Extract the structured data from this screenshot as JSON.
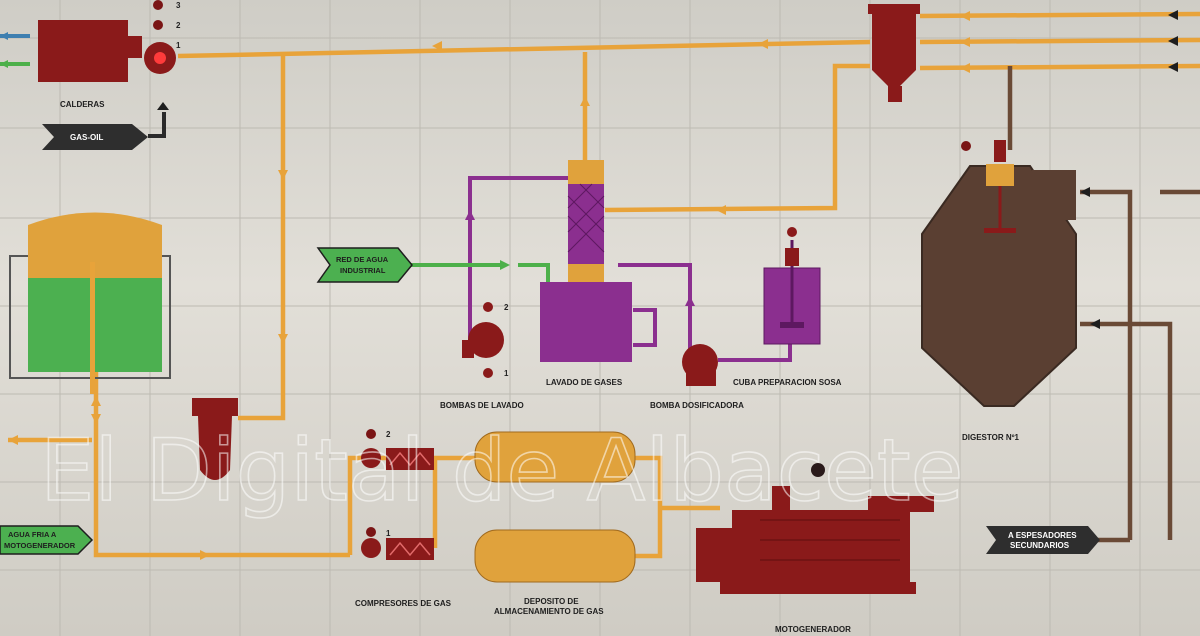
{
  "labels": {
    "calderas": "CALDERAS",
    "gas_oil": "GAS-OIL",
    "red_agua_1": "RED DE AGUA",
    "red_agua_2": "INDUSTRIAL",
    "lavado_gases": "LAVADO DE GASES",
    "cuba_sosa": "CUBA PREPARACION SOSA",
    "bombas_lavado": "BOMBAS DE LAVADO",
    "bomba_dosificadora": "BOMBA DOSIFICADORA",
    "digestor": "DIGESTOR Nº1",
    "agua_fria_1": "AGUA FRIA A",
    "agua_fria_2": "MOTOGENERADOR",
    "espesadores_1": "A ESPESADORES",
    "espesadores_2": "SECUNDARIOS",
    "compresores": "COMPRESORES DE GAS",
    "deposito_1": "DEPOSITO DE",
    "deposito_2": "ALMACENAMIENTO DE GAS",
    "motogenerador": "MOTOGENERADOR"
  },
  "numbers": {
    "caldera_3": "3",
    "caldera_2": "2",
    "caldera_1": "1",
    "bomba_lavado_2": "2",
    "bomba_lavado_1": "1",
    "compresor_2": "2",
    "compresor_1": "1"
  },
  "watermark": "El Digital de Albacete",
  "colors": {
    "pipe_orange": "#e8a33a",
    "pipe_brown": "#6a4a36",
    "pipe_purple": "#8b2f8f",
    "pipe_green": "#4db04a",
    "equipment_red": "#8a1a1a",
    "vessel_brown": "#5a3f32",
    "tank_orange": "#e0a23c",
    "tank_green": "#4cb050",
    "tag_dark": "#2e2e2e"
  }
}
